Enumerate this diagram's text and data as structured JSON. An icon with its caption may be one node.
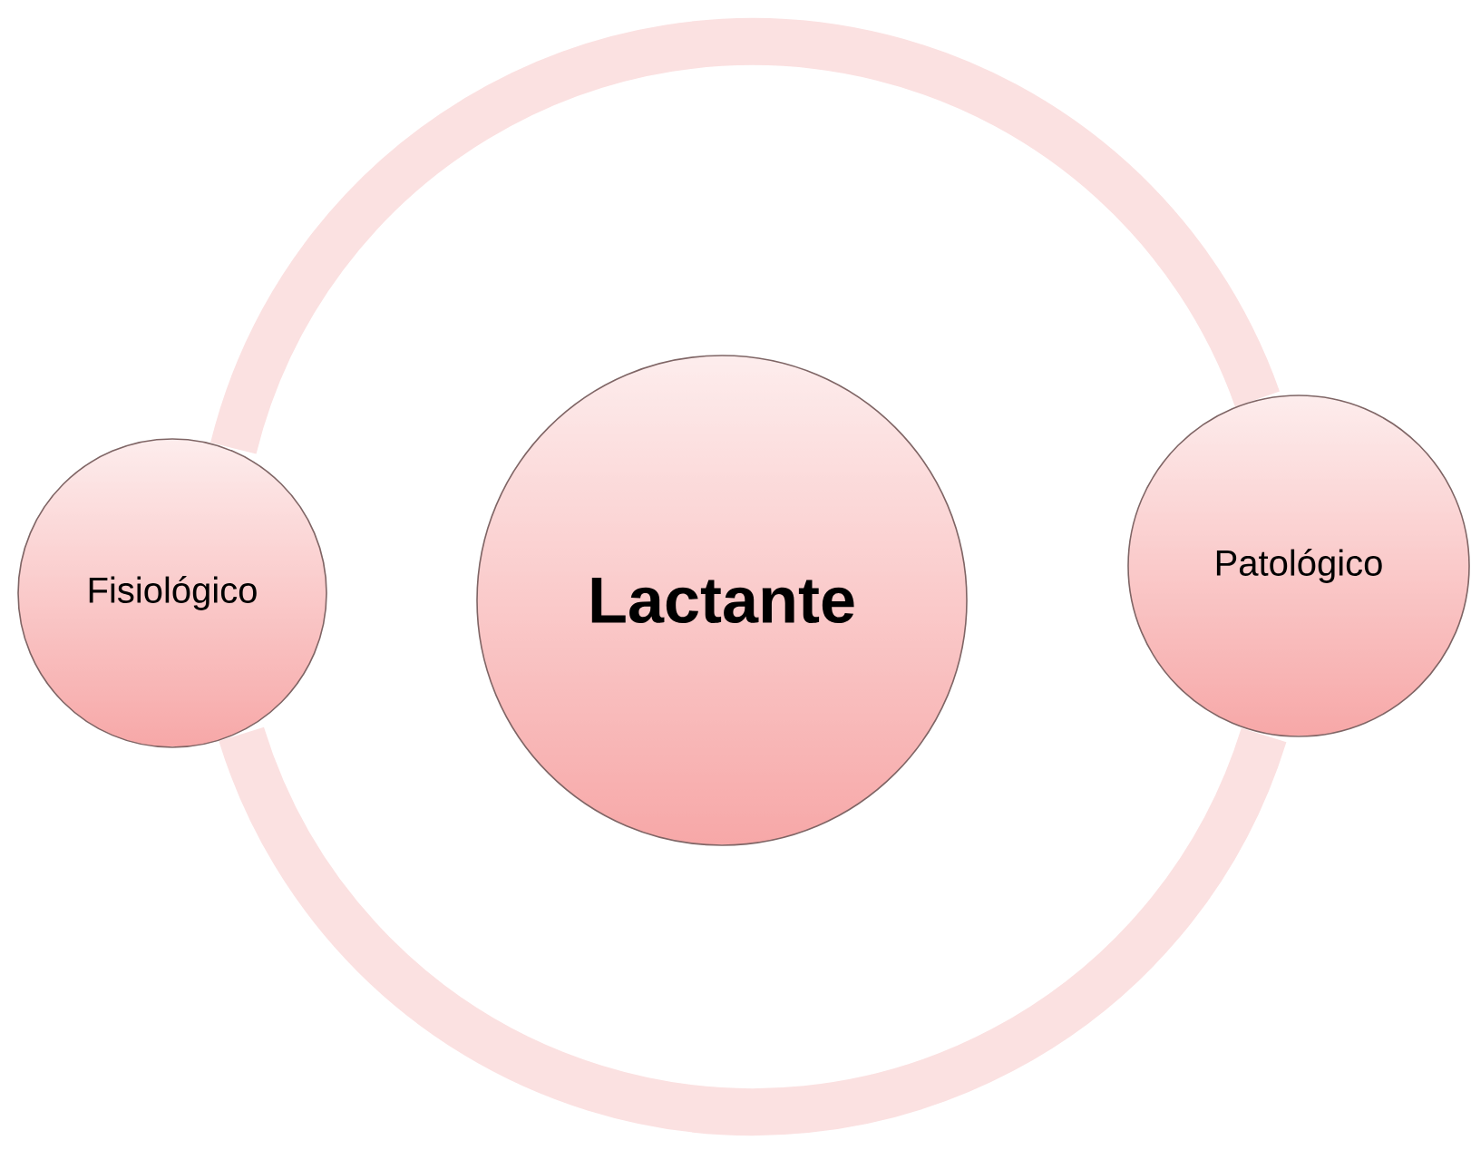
{
  "diagram": {
    "nodes": [
      {
        "text": [
          "Fisiológico"
        ]
      },
      {
        "text": [
          "Lactante"
        ]
      },
      {
        "text": [
          "Patológico"
        ]
      }
    ]
  }
}
